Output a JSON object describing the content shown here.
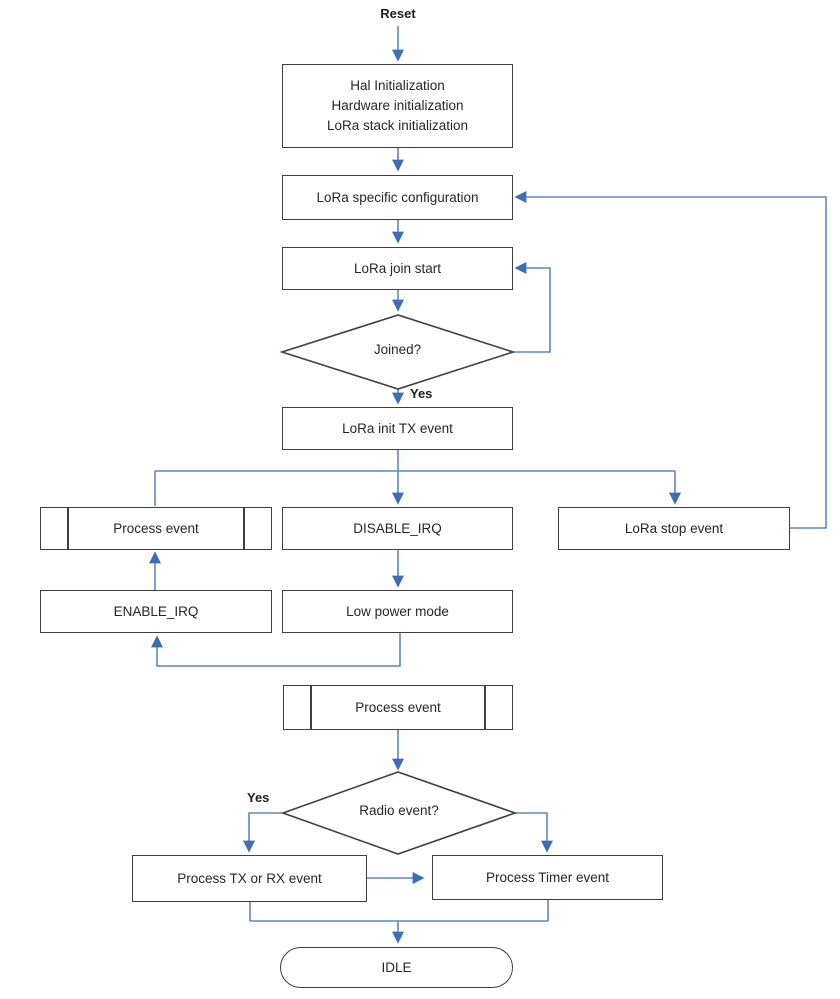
{
  "diagram": {
    "type": "flowchart",
    "labels": {
      "reset": "Reset",
      "joined_yes": "Yes",
      "radio_yes": "Yes"
    },
    "nodes": {
      "init": {
        "shape": "process",
        "lines": [
          "Hal Initialization",
          "Hardware initialization",
          "LoRa stack initialization"
        ]
      },
      "lora_config": {
        "shape": "process",
        "label": "LoRa specific configuration"
      },
      "lora_join_start": {
        "shape": "process",
        "label": "LoRa join start"
      },
      "joined": {
        "shape": "decision",
        "label": "Joined?"
      },
      "lora_init_tx": {
        "shape": "process",
        "label": "LoRa init TX event"
      },
      "process_event_top": {
        "shape": "subroutine",
        "label": "Process event"
      },
      "disable_irq": {
        "shape": "process",
        "label": "DISABLE_IRQ"
      },
      "lora_stop_event": {
        "shape": "process",
        "label": "LoRa stop event"
      },
      "enable_irq": {
        "shape": "process",
        "label": "ENABLE_IRQ"
      },
      "low_power_mode": {
        "shape": "process",
        "label": "Low power mode"
      },
      "process_event_main": {
        "shape": "subroutine",
        "label": "Process event"
      },
      "radio_event": {
        "shape": "decision",
        "label": "Radio event?"
      },
      "process_tx_rx": {
        "shape": "process",
        "label": "Process TX or RX event"
      },
      "process_timer": {
        "shape": "process",
        "label": "Process Timer event"
      },
      "idle": {
        "shape": "terminator",
        "label": "IDLE"
      }
    },
    "colors": {
      "connector": "#5b87c5",
      "arrowhead": "#3d6db8",
      "shape_border": "#3f3f3f",
      "text": "#262626",
      "background": "#ffffff"
    }
  }
}
